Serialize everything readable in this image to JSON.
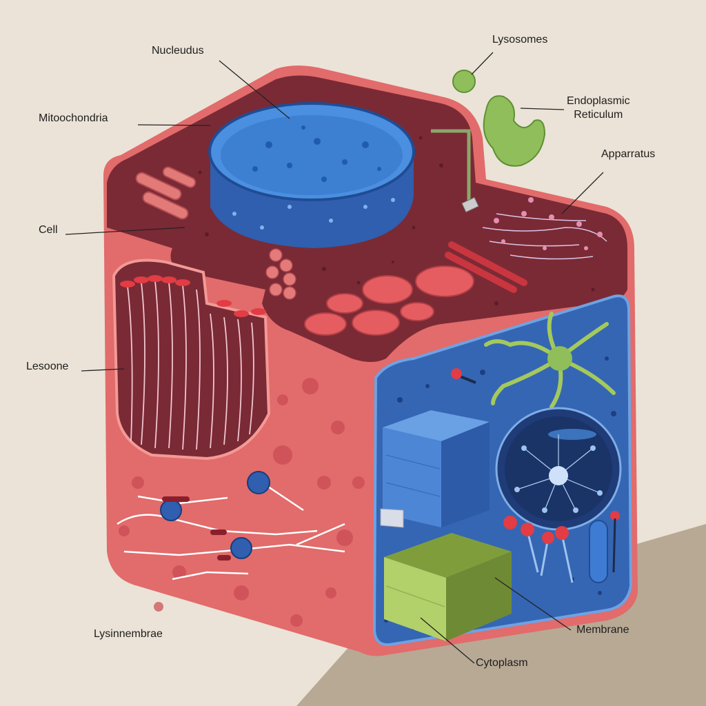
{
  "labels": {
    "nucleus": "Nucleudus",
    "lysosomes": "Lysosomes",
    "endoplasmic": [
      "Endoplasmic",
      "Reticulum"
    ],
    "mitochondria": "Mitoochondria",
    "apparatus": "Apparratus",
    "cell": "Cell",
    "lesoone": "Lesoone",
    "membrane": "Membrane",
    "lysinnembrae": "Lysinnembrae",
    "cytoplasm": "Cytoplasm"
  },
  "colors": {
    "background": "#ebe3d7",
    "cell_wall": "#e26b6b",
    "top_surface": "#7a2a35",
    "nucleus": "#3d7fd1",
    "cutaway_blue": "#3566b4",
    "green_organelle": "#8fbe5a"
  }
}
